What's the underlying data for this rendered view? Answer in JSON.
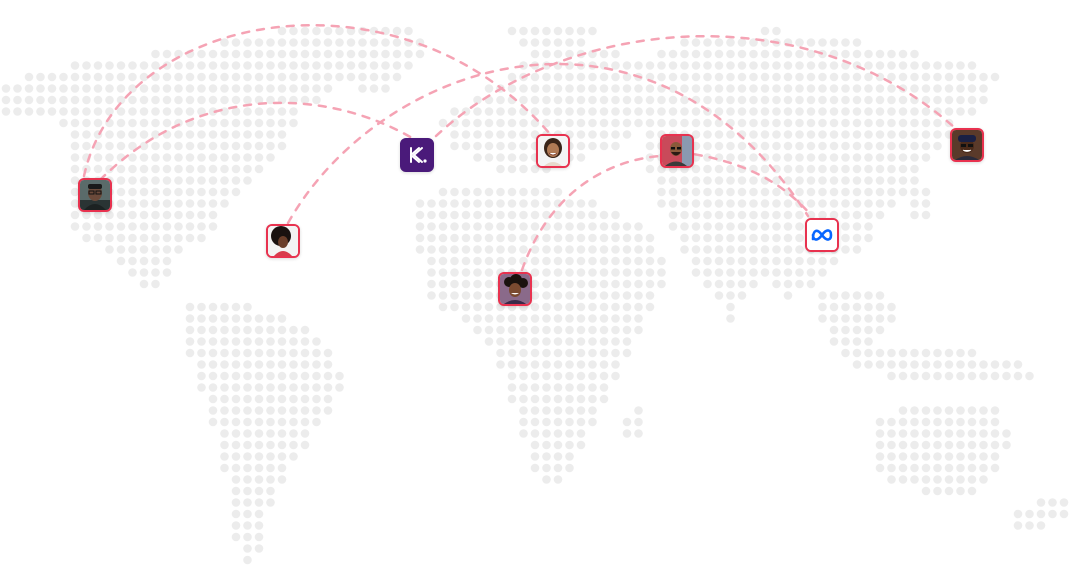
{
  "colors": {
    "dot": "#ececec",
    "arc": "#f5a3b4",
    "pin_border": "#e8324f",
    "brand_purple": "#4a1a7a",
    "meta_blue": "#0866ff"
  },
  "pins": [
    {
      "id": "pin-avatar-man-glasses",
      "icon": "avatar-man-glasses-icon"
    },
    {
      "id": "pin-avatar-woman-afro",
      "icon": "avatar-woman-afro-icon"
    },
    {
      "id": "pin-brand-k",
      "icon": "brand-k-logo-icon"
    },
    {
      "id": "pin-avatar-woman-smile",
      "icon": "avatar-woman-smile-icon"
    },
    {
      "id": "pin-avatar-man-beard",
      "icon": "avatar-man-beard-icon"
    },
    {
      "id": "pin-meta-logo",
      "icon": "meta-logo-icon"
    },
    {
      "id": "pin-avatar-man-cap",
      "icon": "avatar-man-cap-icon"
    },
    {
      "id": "pin-avatar-curly-hair",
      "icon": "avatar-curly-hair-icon"
    }
  ]
}
